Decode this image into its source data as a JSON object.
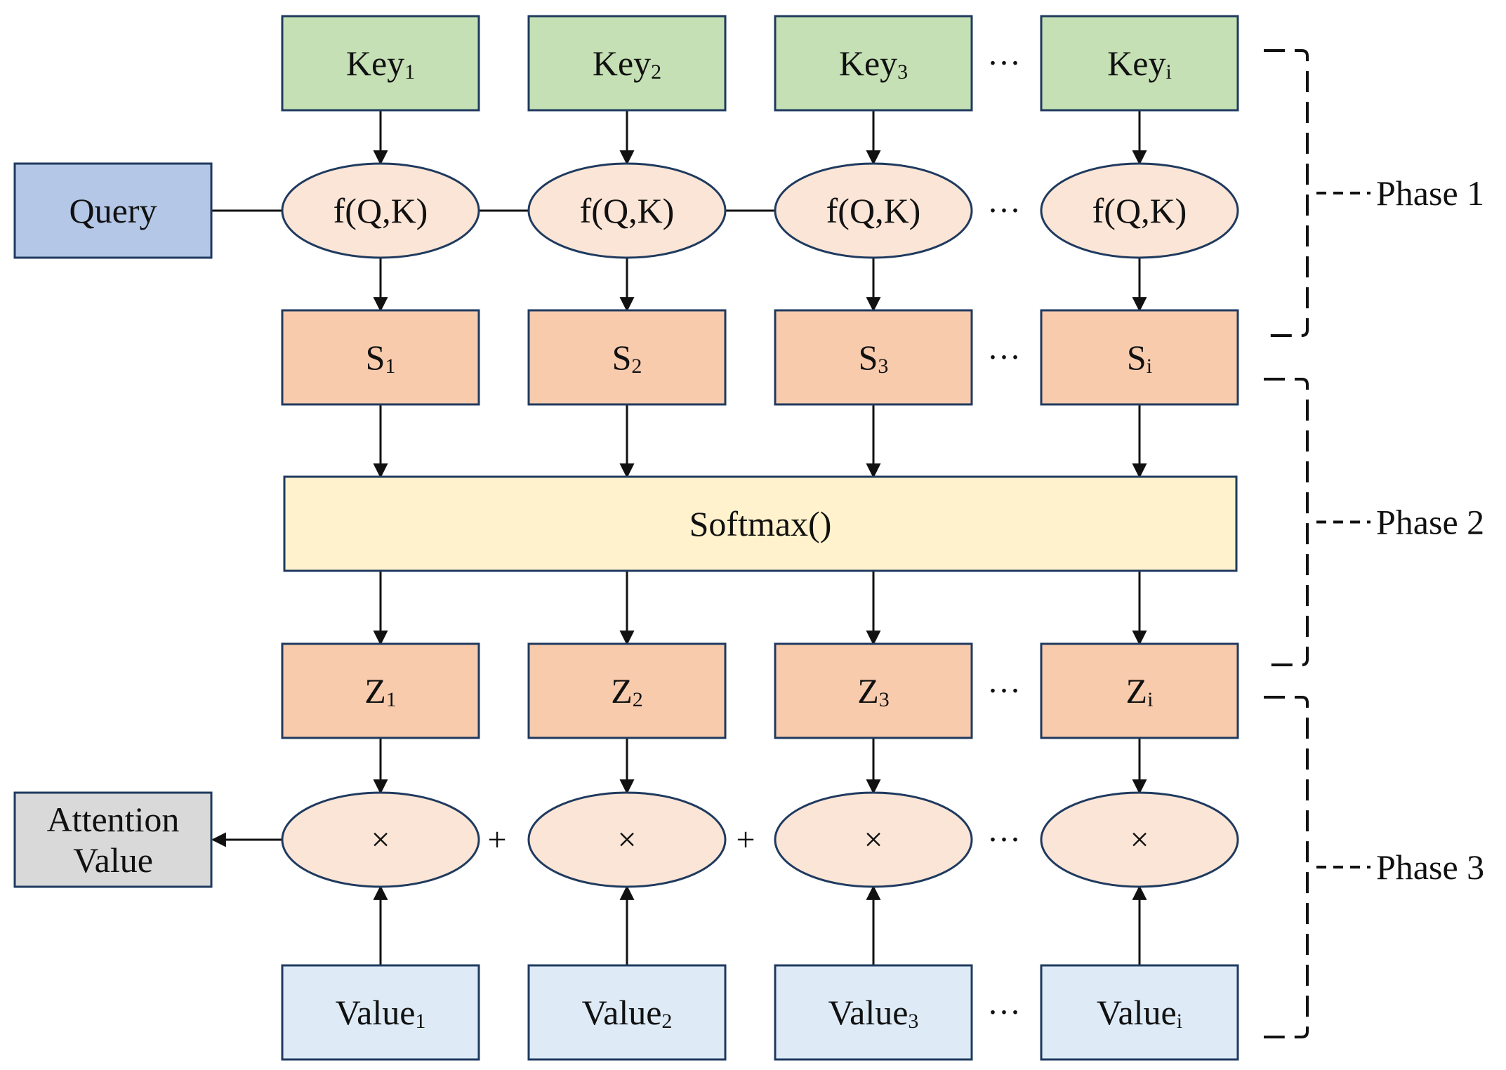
{
  "colors": {
    "key": "#c5e0b4",
    "query": "#b4c7e7",
    "score_fn": "#fbe5d6",
    "score": "#f8cbad",
    "softmax": "#fff2cc",
    "weight": "#f8cbad",
    "multiply": "#fbe5d6",
    "value": "#deebf7",
    "attention": "#d9d9d9",
    "border": "#1f3a5f"
  },
  "ellipsis": "···",
  "plus": "+",
  "query": {
    "label": "Query"
  },
  "attention": {
    "line1": "Attention",
    "line2": "Value"
  },
  "keys": [
    {
      "base": "Key",
      "sub": "1"
    },
    {
      "base": "Key",
      "sub": "2"
    },
    {
      "base": "Key",
      "sub": "3"
    },
    {
      "base": "Key",
      "sub": "i"
    }
  ],
  "score_fns": [
    {
      "label": "f(Q,K)"
    },
    {
      "label": "f(Q,K)"
    },
    {
      "label": "f(Q,K)"
    },
    {
      "label": "f(Q,K)"
    }
  ],
  "scores": [
    {
      "base": "S",
      "sub": "1"
    },
    {
      "base": "S",
      "sub": "2"
    },
    {
      "base": "S",
      "sub": "3"
    },
    {
      "base": "S",
      "sub": "i"
    }
  ],
  "softmax": {
    "label": "Softmax()"
  },
  "weights": [
    {
      "base": "Z",
      "sub": "1"
    },
    {
      "base": "Z",
      "sub": "2"
    },
    {
      "base": "Z",
      "sub": "3"
    },
    {
      "base": "Z",
      "sub": "i"
    }
  ],
  "multiplies": [
    {
      "label": "×"
    },
    {
      "label": "×"
    },
    {
      "label": "×"
    },
    {
      "label": "×"
    }
  ],
  "values": [
    {
      "base": "Value",
      "sub": "1"
    },
    {
      "base": "Value",
      "sub": "2"
    },
    {
      "base": "Value",
      "sub": "3"
    },
    {
      "base": "Value",
      "sub": "i"
    }
  ],
  "phases": [
    {
      "label": "Phase 1"
    },
    {
      "label": "Phase 2"
    },
    {
      "label": "Phase 3"
    }
  ]
}
